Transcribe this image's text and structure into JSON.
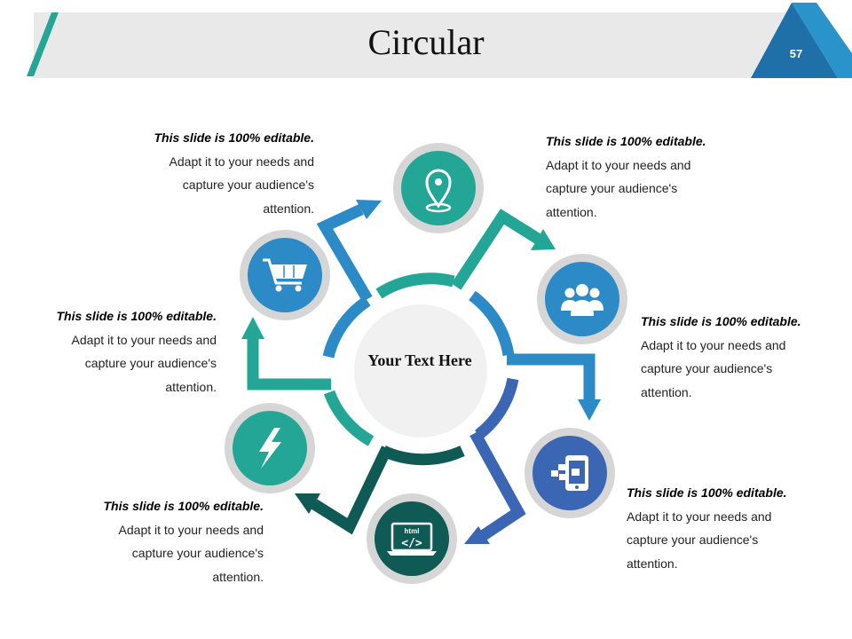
{
  "slide": {
    "title": "Circular",
    "page_number": "57"
  },
  "center": {
    "text": "Your Text Here"
  },
  "colors": {
    "teal": "#23a696",
    "blue": "#2c8bc6",
    "indigo": "#3a66b3",
    "dark_teal": "#0f5a55",
    "ring_gray": "#d6d6d6",
    "center_fill": "#f1f1f1"
  },
  "nodes": [
    {
      "icon": "location-pin-icon",
      "color": "#23a696",
      "title": "This slide is 100% editable.",
      "line1": "Adapt it to your needs and",
      "line2": "capture your audience's",
      "line3": "attention."
    },
    {
      "icon": "people-group-icon",
      "color": "#2c8bc6",
      "title": "This slide is 100% editable.",
      "line1": "Adapt it to your needs and",
      "line2": "capture your audience's",
      "line3": "attention."
    },
    {
      "icon": "mobile-app-icon",
      "color": "#3a66b3",
      "title": "This slide is 100% editable.",
      "line1": "Adapt it to your needs and",
      "line2": "capture your audience's",
      "line3": "attention."
    },
    {
      "icon": "html-code-laptop-icon",
      "color": "#0f5a55",
      "label": "html",
      "title": "This slide is 100% editable.",
      "line1": "Adapt it to your needs and",
      "line2": "capture your audience's",
      "line3": "attention."
    },
    {
      "icon": "lightning-bolt-icon",
      "color": "#23a696",
      "title": "This slide is 100% editable.",
      "line1": "Adapt it to your needs and",
      "line2": "capture your audience's",
      "line3": "attention."
    },
    {
      "icon": "shopping-cart-icon",
      "color": "#2c8bc6",
      "title": "This slide is 100% editable.",
      "line1": "Adapt it to your needs and",
      "line2": "capture your audience's",
      "line3": "attention."
    }
  ]
}
